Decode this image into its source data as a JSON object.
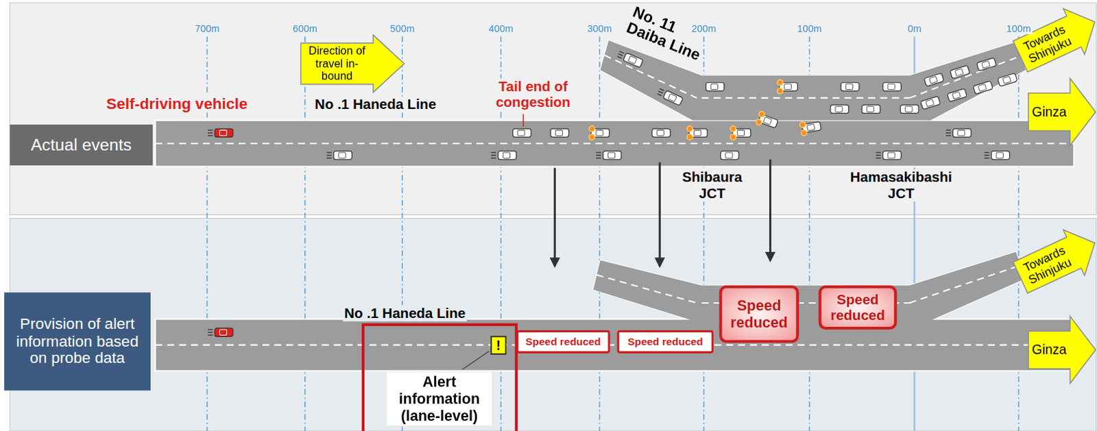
{
  "diagram": {
    "nodes": [
      {
        "text": [
          "Direction of travel in-bound"
        ]
      },
      {
        "text": [
          "Towards Shinjuku"
        ]
      },
      {
        "text": [
          "Ginza"
        ]
      },
      {
        "text": [
          "Actual events"
        ]
      },
      {
        "text": [
          "Provision of alert information based on probe data"
        ]
      },
      {
        "text": [
          "Towards Shinjuku"
        ]
      },
      {
        "text": [
          "Ginza"
        ]
      },
      {
        "text": [
          "Alert information (lane-level)"
        ]
      },
      {
        "text": [
          "!"
        ],
        "in": 7
      },
      {
        "text": [
          "Speed reduced"
        ]
      },
      {
        "text": [
          "Speed reduced"
        ]
      },
      {
        "text": [
          "Speed reduced"
        ]
      },
      {
        "text": [
          "Speed reduced"
        ]
      }
    ],
    "labels": [
      "700m",
      "600m",
      "500m",
      "400m",
      "300m",
      "200m",
      "100m",
      "0m",
      "100m",
      "Self-driving vehicle",
      "No .1 Haneda Line",
      "Tail end of congestion",
      "No. 11 Daiba Line",
      "Shibaura JCT",
      "Hamasakibashi JCT",
      "No .1 Haneda Line"
    ]
  }
}
